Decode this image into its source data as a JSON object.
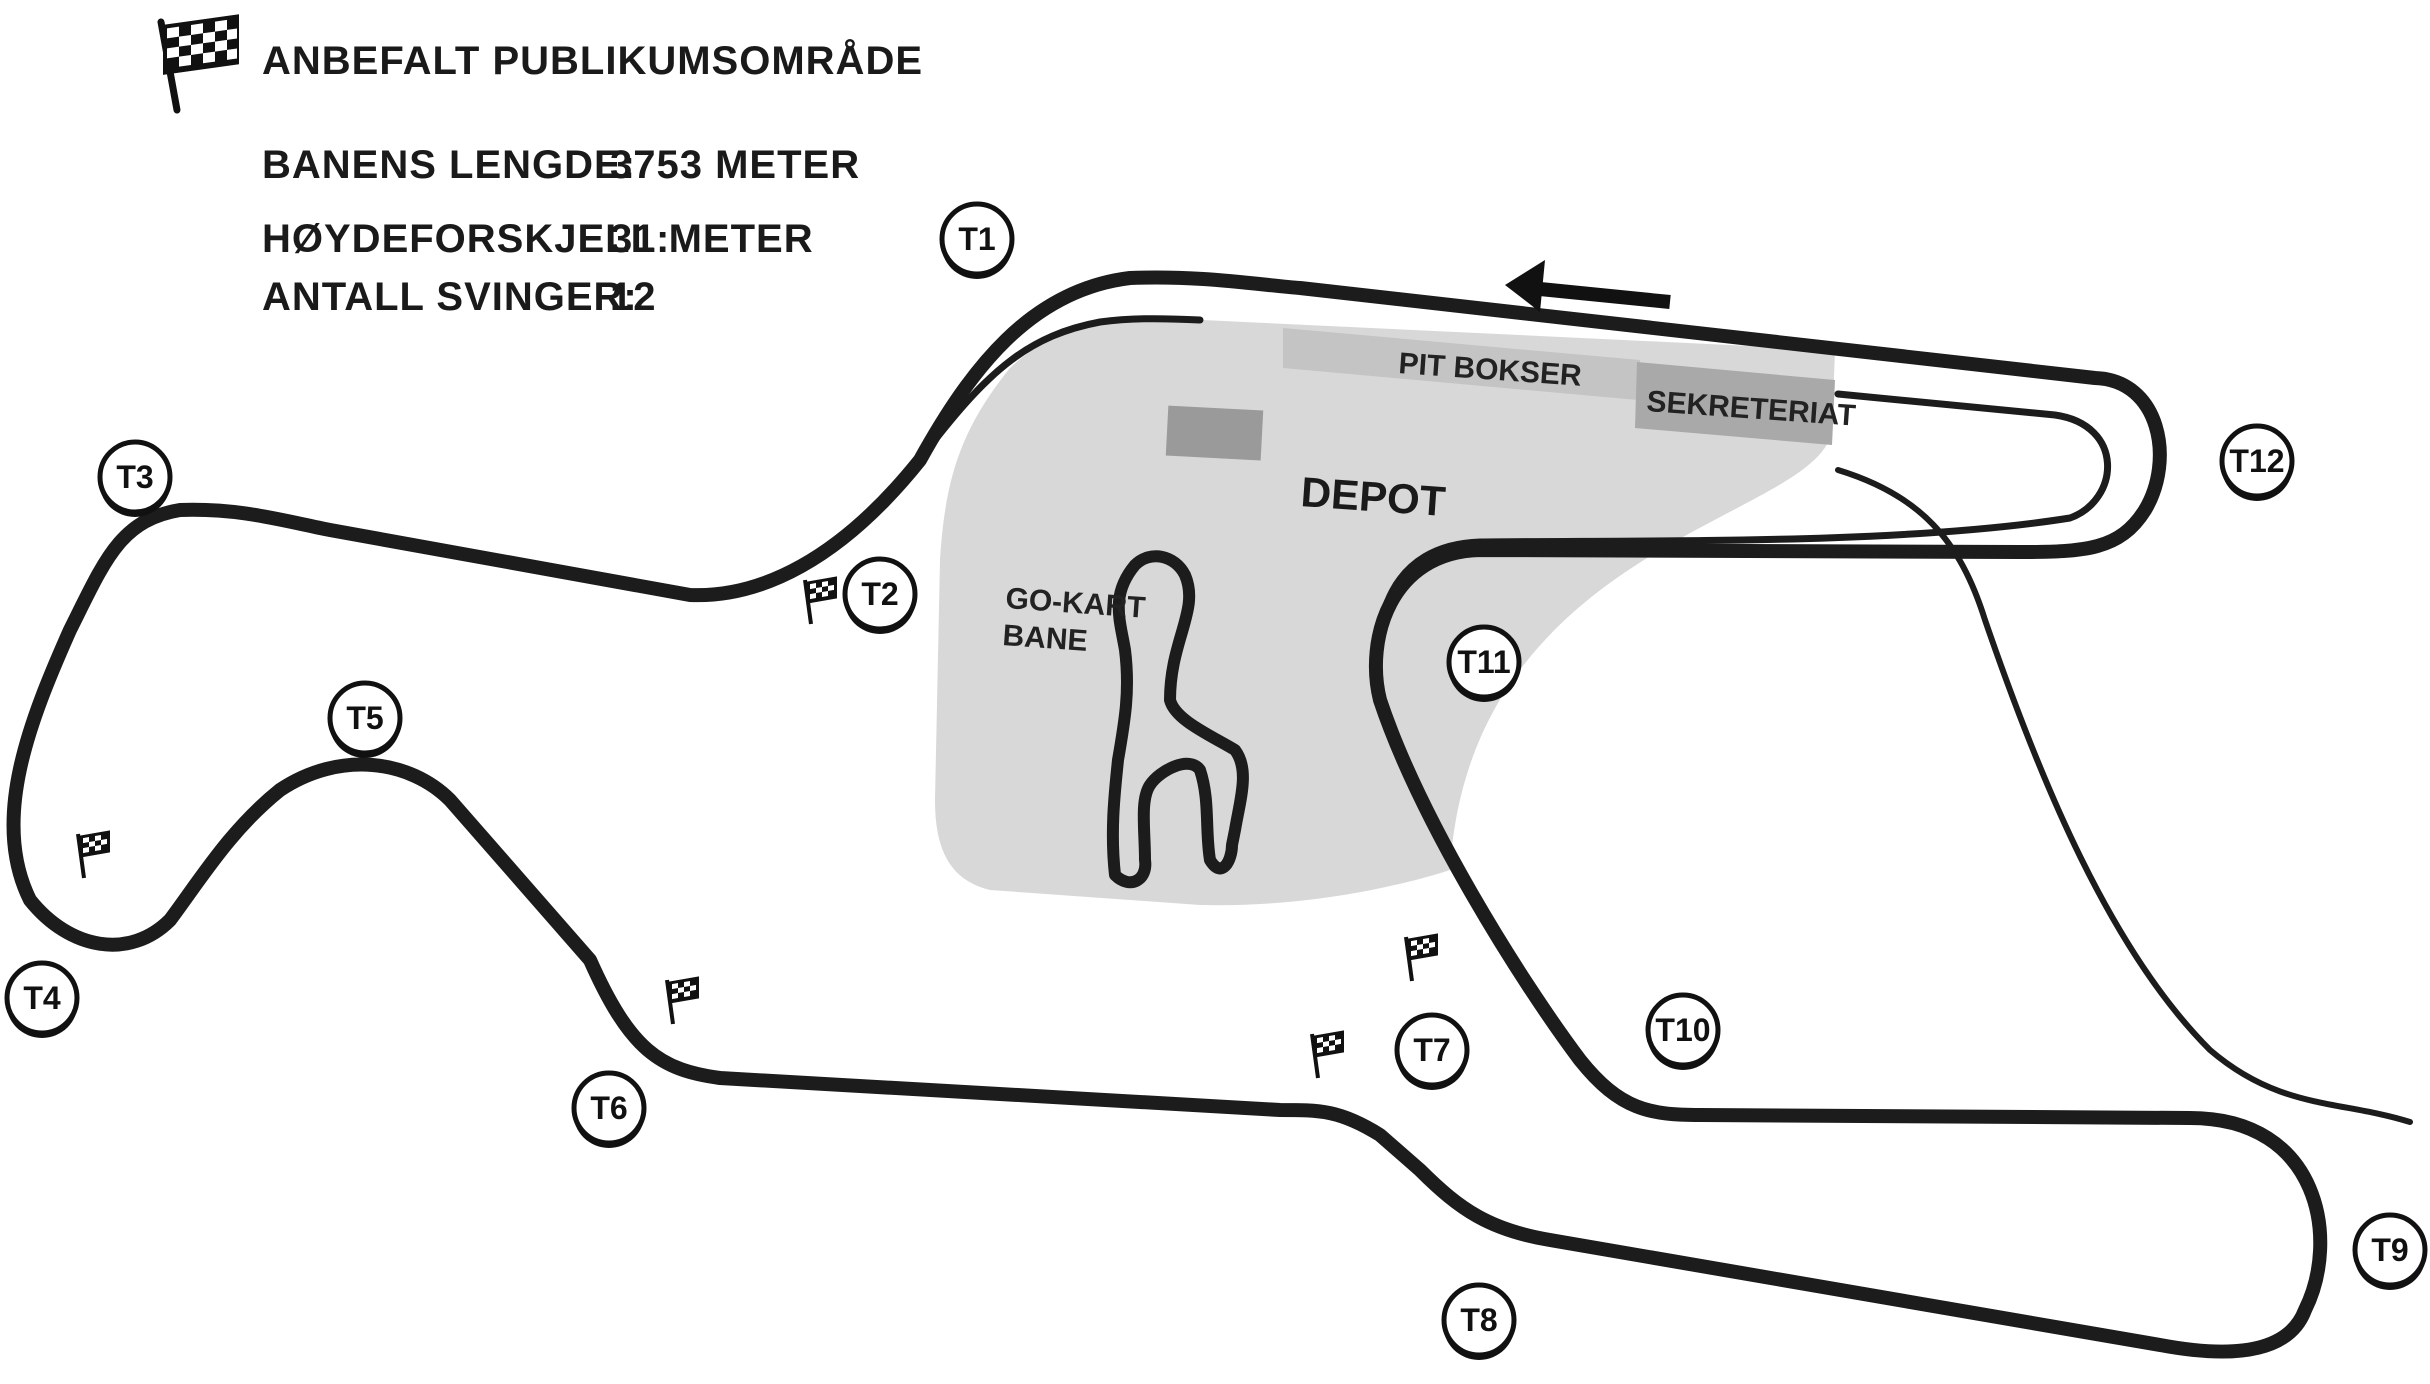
{
  "legend": {
    "label": "ANBEFALT PUBLIKUMSOMRÅDE",
    "icon": "checkered-flag-icon"
  },
  "stats": [
    {
      "label": "BANENS LENGDE:",
      "value": "3753 METER"
    },
    {
      "label": "HØYDEFORSKJELL:",
      "value": "31 METER"
    },
    {
      "label": "ANTALL SVINGER:",
      "value": "12"
    }
  ],
  "areas": {
    "pit": "PIT BOKSER",
    "secretariat": "SEKRETERIAT",
    "depot": "DEPOT",
    "gokart_line1": "GO-KART",
    "gokart_line2": "BANE"
  },
  "turns": [
    "T1",
    "T2",
    "T3",
    "T4",
    "T5",
    "T6",
    "T7",
    "T8",
    "T9",
    "T10",
    "T11",
    "T12"
  ],
  "colors": {
    "track": "#1c1c1c",
    "depot": "#d8d8d8",
    "pit": "#c4c4c4",
    "secretariat": "#a9a9a9",
    "building": "#9a9a9a"
  }
}
